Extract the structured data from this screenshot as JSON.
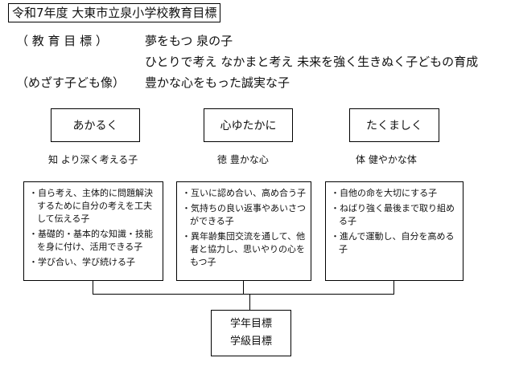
{
  "title": "令和7年度 大東市立泉小学校教育目標",
  "goals": {
    "label": "（ 教 育 目 標 ）",
    "line1": "夢をもつ 泉の子",
    "line2": "ひとりで考え なかまと考え 未来を強く生きぬく子どもの育成"
  },
  "aim": {
    "label": "（めざす子ども像）",
    "text": "豊かな心をもった誠実な子"
  },
  "columns": [
    {
      "heading": "あかるく",
      "sub": "知 より深く考える子",
      "items": [
        "自ら考え、主体的に問題解決するために自分の考えを工夫して伝える子",
        "基礎的・基本的な知識・技能を身に付け、活用できる子",
        "学び合い、学び続ける子"
      ]
    },
    {
      "heading": "心ゆたかに",
      "sub": "徳 豊かな心",
      "items": [
        "互いに認め合い、高め合う子",
        "気持ちの良い返事やあいさつができる子",
        "異年齢集団交流を通して、他者と協力し、思いやりの心をもつ子"
      ]
    },
    {
      "heading": "たくましく",
      "sub": "体 健やかな体",
      "items": [
        "自他の命を大切にする子",
        "ねばり強く最後まで取り組める子",
        "進んで運動し、自分を高める子"
      ]
    }
  ],
  "bottom": {
    "line1": "学年目標",
    "line2": "学級目標"
  }
}
